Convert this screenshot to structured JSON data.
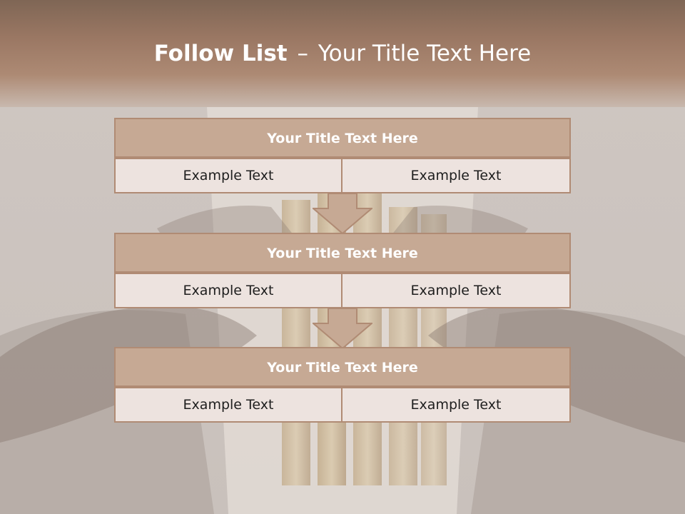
{
  "slide": {
    "title_bold": "Follow List",
    "title_separator": "–",
    "title_rest": "Your Title Text Here"
  },
  "blocks": [
    {
      "title": "Your Title Text Here",
      "left": "Example Text",
      "right": "Example Text"
    },
    {
      "title": "Your Title Text Here",
      "left": "Example Text",
      "right": "Example Text"
    },
    {
      "title": "Your Title Text Here",
      "left": "Example Text",
      "right": "Example Text"
    }
  ],
  "colors": {
    "header": "#9a7763",
    "box_fill": "#c6a994",
    "box_border": "#b08b74",
    "cell_fill": "#ede3df"
  }
}
